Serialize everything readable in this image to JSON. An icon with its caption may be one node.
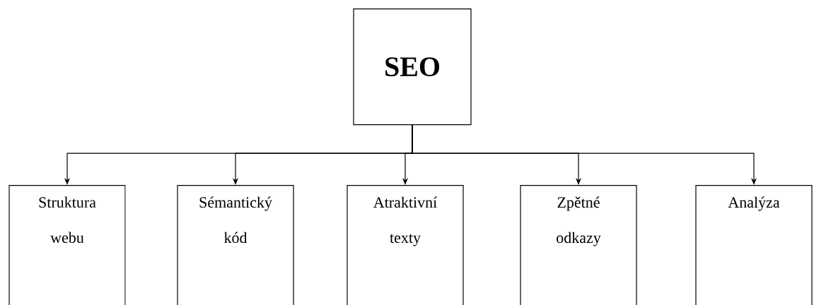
{
  "diagram": {
    "nodes": [
      {
        "text": [
          "SEO"
        ]
      },
      {
        "text": [
          "Struktura webu"
        ]
      },
      {
        "text": [
          "Sémantický kód"
        ]
      },
      {
        "text": [
          "Atraktivní texty"
        ]
      },
      {
        "text": [
          "Zpětné odkazy"
        ]
      },
      {
        "text": [
          "Analýza"
        ]
      }
    ],
    "edges": [
      {
        "from": 0,
        "to": 1,
        "arrow": "to"
      },
      {
        "from": 0,
        "to": 2,
        "arrow": "to"
      },
      {
        "from": 0,
        "to": 3,
        "arrow": "to"
      },
      {
        "from": 0,
        "to": 4,
        "arrow": "to"
      },
      {
        "from": 0,
        "to": 5,
        "arrow": "to"
      }
    ]
  }
}
